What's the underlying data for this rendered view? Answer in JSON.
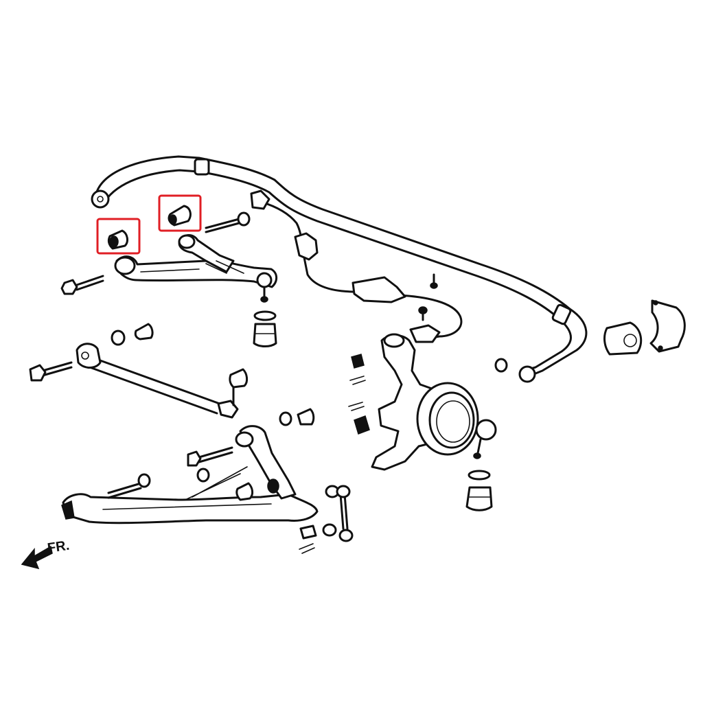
{
  "diagram": {
    "direction_label": "FR.",
    "highlight_color": "#e01e24",
    "line_color": "#111111",
    "background": "#ffffff",
    "icons": [
      "front-direction-arrow-icon"
    ],
    "highlighted_parts": [
      "upper-arm-front-bushing",
      "upper-arm-rear-bushing"
    ]
  }
}
